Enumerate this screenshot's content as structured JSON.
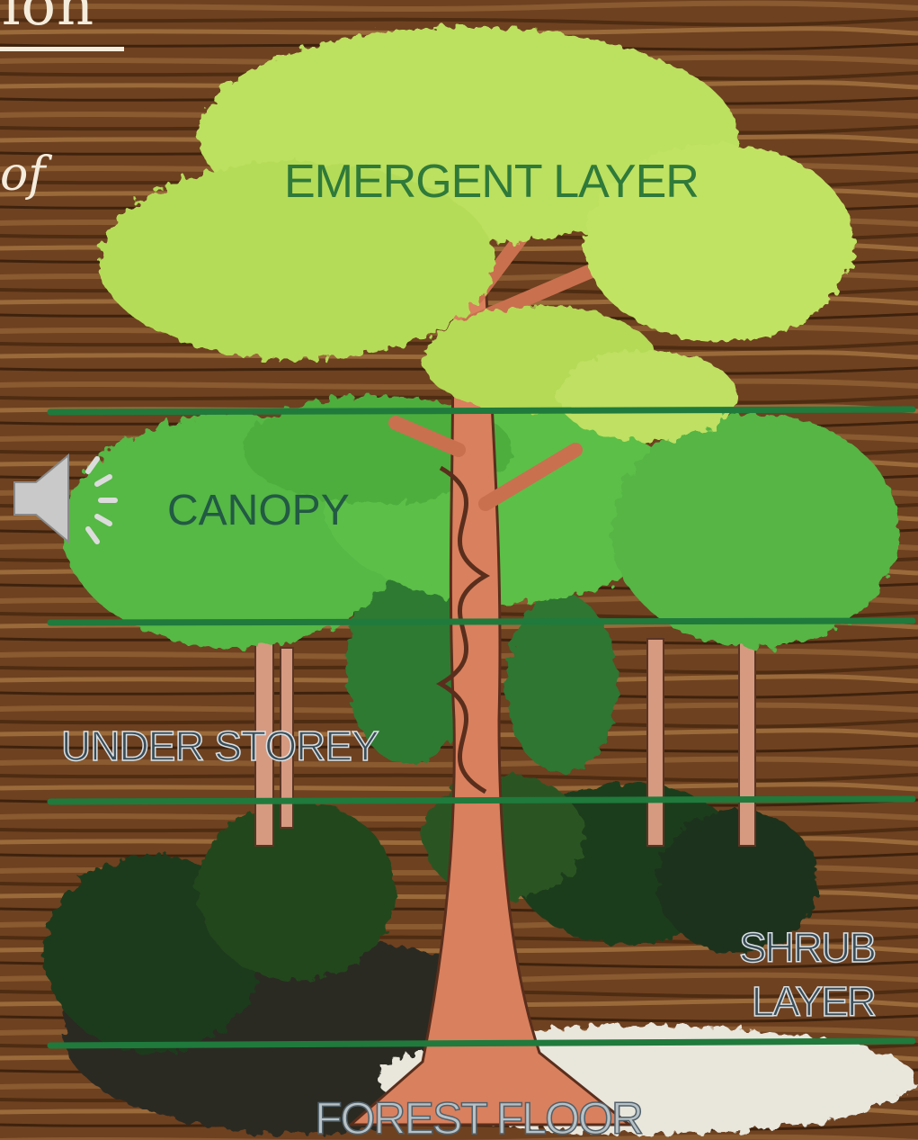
{
  "slide": {
    "title_fragment": "ion",
    "side_fragment": "of"
  },
  "layers": {
    "emergent": "EMERGENT LAYER",
    "canopy": "CANOPY",
    "understorey": "UNDER STOREY",
    "shrub_line1": "SHRUB",
    "shrub_line2": "LAYER",
    "floor": "FOREST FLOOR"
  },
  "icons": {
    "speaker": "speaker-volume-icon"
  },
  "colors": {
    "wood": "#6b3f1d",
    "divider": "#1f7a3c",
    "emergent_foliage": "#b9df5a",
    "canopy_foliage": "#5cbf47",
    "understorey_foliage": "#2e7d34",
    "trunk": "#d9805e"
  }
}
